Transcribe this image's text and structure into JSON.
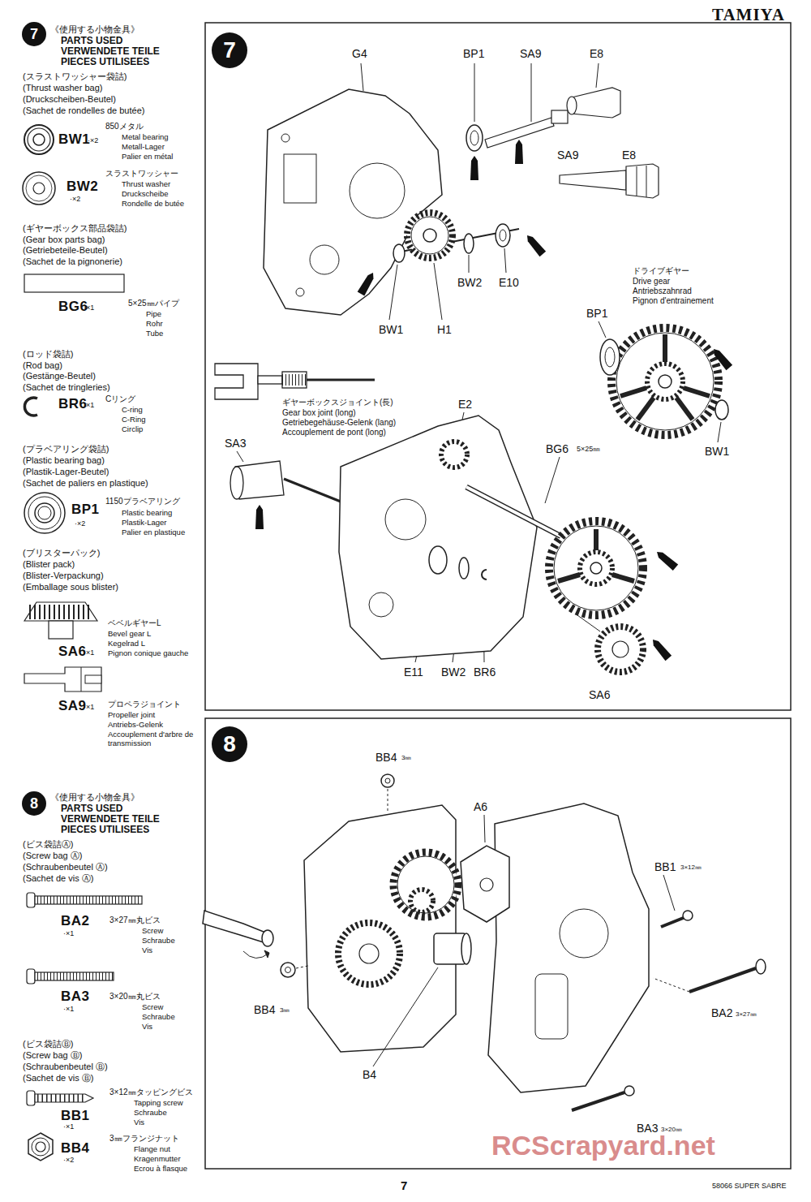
{
  "diagram": {
    "nodes": [
      {
        "text": [
          "7"
        ]
      },
      {
        "text": [
          "7"
        ]
      },
      {
        "text": [
          "8"
        ]
      },
      {
        "text": [
          "8"
        ]
      }
    ],
    "labels": [
      "TAMIYA",
      "《使用する小物金具》",
      "PARTS USED",
      "VERWENDETE TEILE",
      "PIECES UTILISEES",
      "(スラストワッシャー袋詰)",
      "(Thrust washer bag)",
      "(Druckscheiben-Beutel)",
      "(Sachet de rondelles de butée)",
      "BW1",
      "·×2",
      "850メタル",
      "Metal bearing",
      "Metall-Lager",
      "Palier en métal",
      "BW2",
      "·×2",
      "スラストワッシャー",
      "Thrust washer",
      "Druckscheibe",
      "Rondelle de butée",
      "(ギヤーボックス部品袋詰)",
      "(Gear box parts bag)",
      "(Getriebeteile-Beutel)",
      "(Sachet de la pignonerie)",
      "BG6",
      "·×1",
      "5×25㎜パイプ",
      "Pipe",
      "Rohr",
      "Tube",
      "(ロッド袋詰)",
      "(Rod bag)",
      "(Gestänge-Beutel)",
      "(Sachet de tringleries)",
      "BR6",
      "·×1",
      "Cリング",
      "C-ring",
      "C-Ring",
      "Circlip",
      "(プラベアリング袋詰)",
      "(Plastic bearing bag)",
      "(Plastik-Lager-Beutel)",
      "(Sachet de paliers en plastique)",
      "BP1",
      "·×2",
      "1150プラベアリング",
      "Plastic bearing",
      "Plastik-Lager",
      "Palier en plastique",
      "(ブリスターパック)",
      "(Blister pack)",
      "(Blister-Verpackung)",
      "(Emballage sous blister)",
      "SA6",
      "·×1",
      "ベベルギヤーL",
      "Bevel gear L",
      "Kegelrad L",
      "Pignon conique gauche",
      "SA9",
      "·×1",
      "プロペラジョイント",
      "Propeller joint",
      "Antriebs-Gelenk",
      "Accouplement d'arbre de transmission",
      "G4",
      "BP1",
      "SA9",
      "E8",
      "SA9",
      "E8",
      "BW2",
      "E10",
      "BW1",
      "H1",
      "ドライブギヤー",
      "Drive gear",
      "Antriebszahnrad",
      "Pignon d'entrainement",
      "BP1",
      "BW1",
      "SA3",
      "ギヤーボックスジョイント(長)",
      "Gear box joint (long)",
      "Getriebegehäuse-Gelenk (lang)",
      "Accouplement de pont (long)",
      "E2",
      "BG6",
      "5×25㎜",
      "E11",
      "BW2",
      "BR6",
      "SA6",
      "《使用する小物金具》",
      "PARTS USED",
      "VERWENDETE TEILE",
      "PIECES UTILISEES",
      "(ビス袋詰Ⓐ)",
      "(Screw bag Ⓐ)",
      "(Schraubenbeutel Ⓐ)",
      "(Sachet de vis Ⓐ)",
      "BA2",
      "·×1",
      "3×27㎜丸ビス",
      "Screw",
      "Schraube",
      "Vis",
      "BA3",
      "·×1",
      "3×20㎜丸ビス",
      "Screw",
      "Schraube",
      "Vis",
      "(ビス袋詰Ⓑ)",
      "(Screw bag Ⓑ)",
      "(Schraubenbeutel Ⓑ)",
      "(Sachet de vis Ⓑ)",
      "BB1",
      "·×1",
      "3×12㎜タッピングビス",
      "Tapping screw",
      "Schraube",
      "Vis",
      "BB4",
      "·×2",
      "3㎜フランジナット",
      "Flange nut",
      "Kragenmutter",
      "Ecrou à flasque",
      "BB4",
      "3㎜",
      "A6",
      "BB1",
      "3×12㎜",
      "BA2",
      "3×27㎜",
      "B4",
      "BB4",
      "3㎜",
      "BA3",
      "3×20㎜",
      "RCScrapyard.net",
      "7",
      "58066 SUPER SABRE"
    ]
  }
}
